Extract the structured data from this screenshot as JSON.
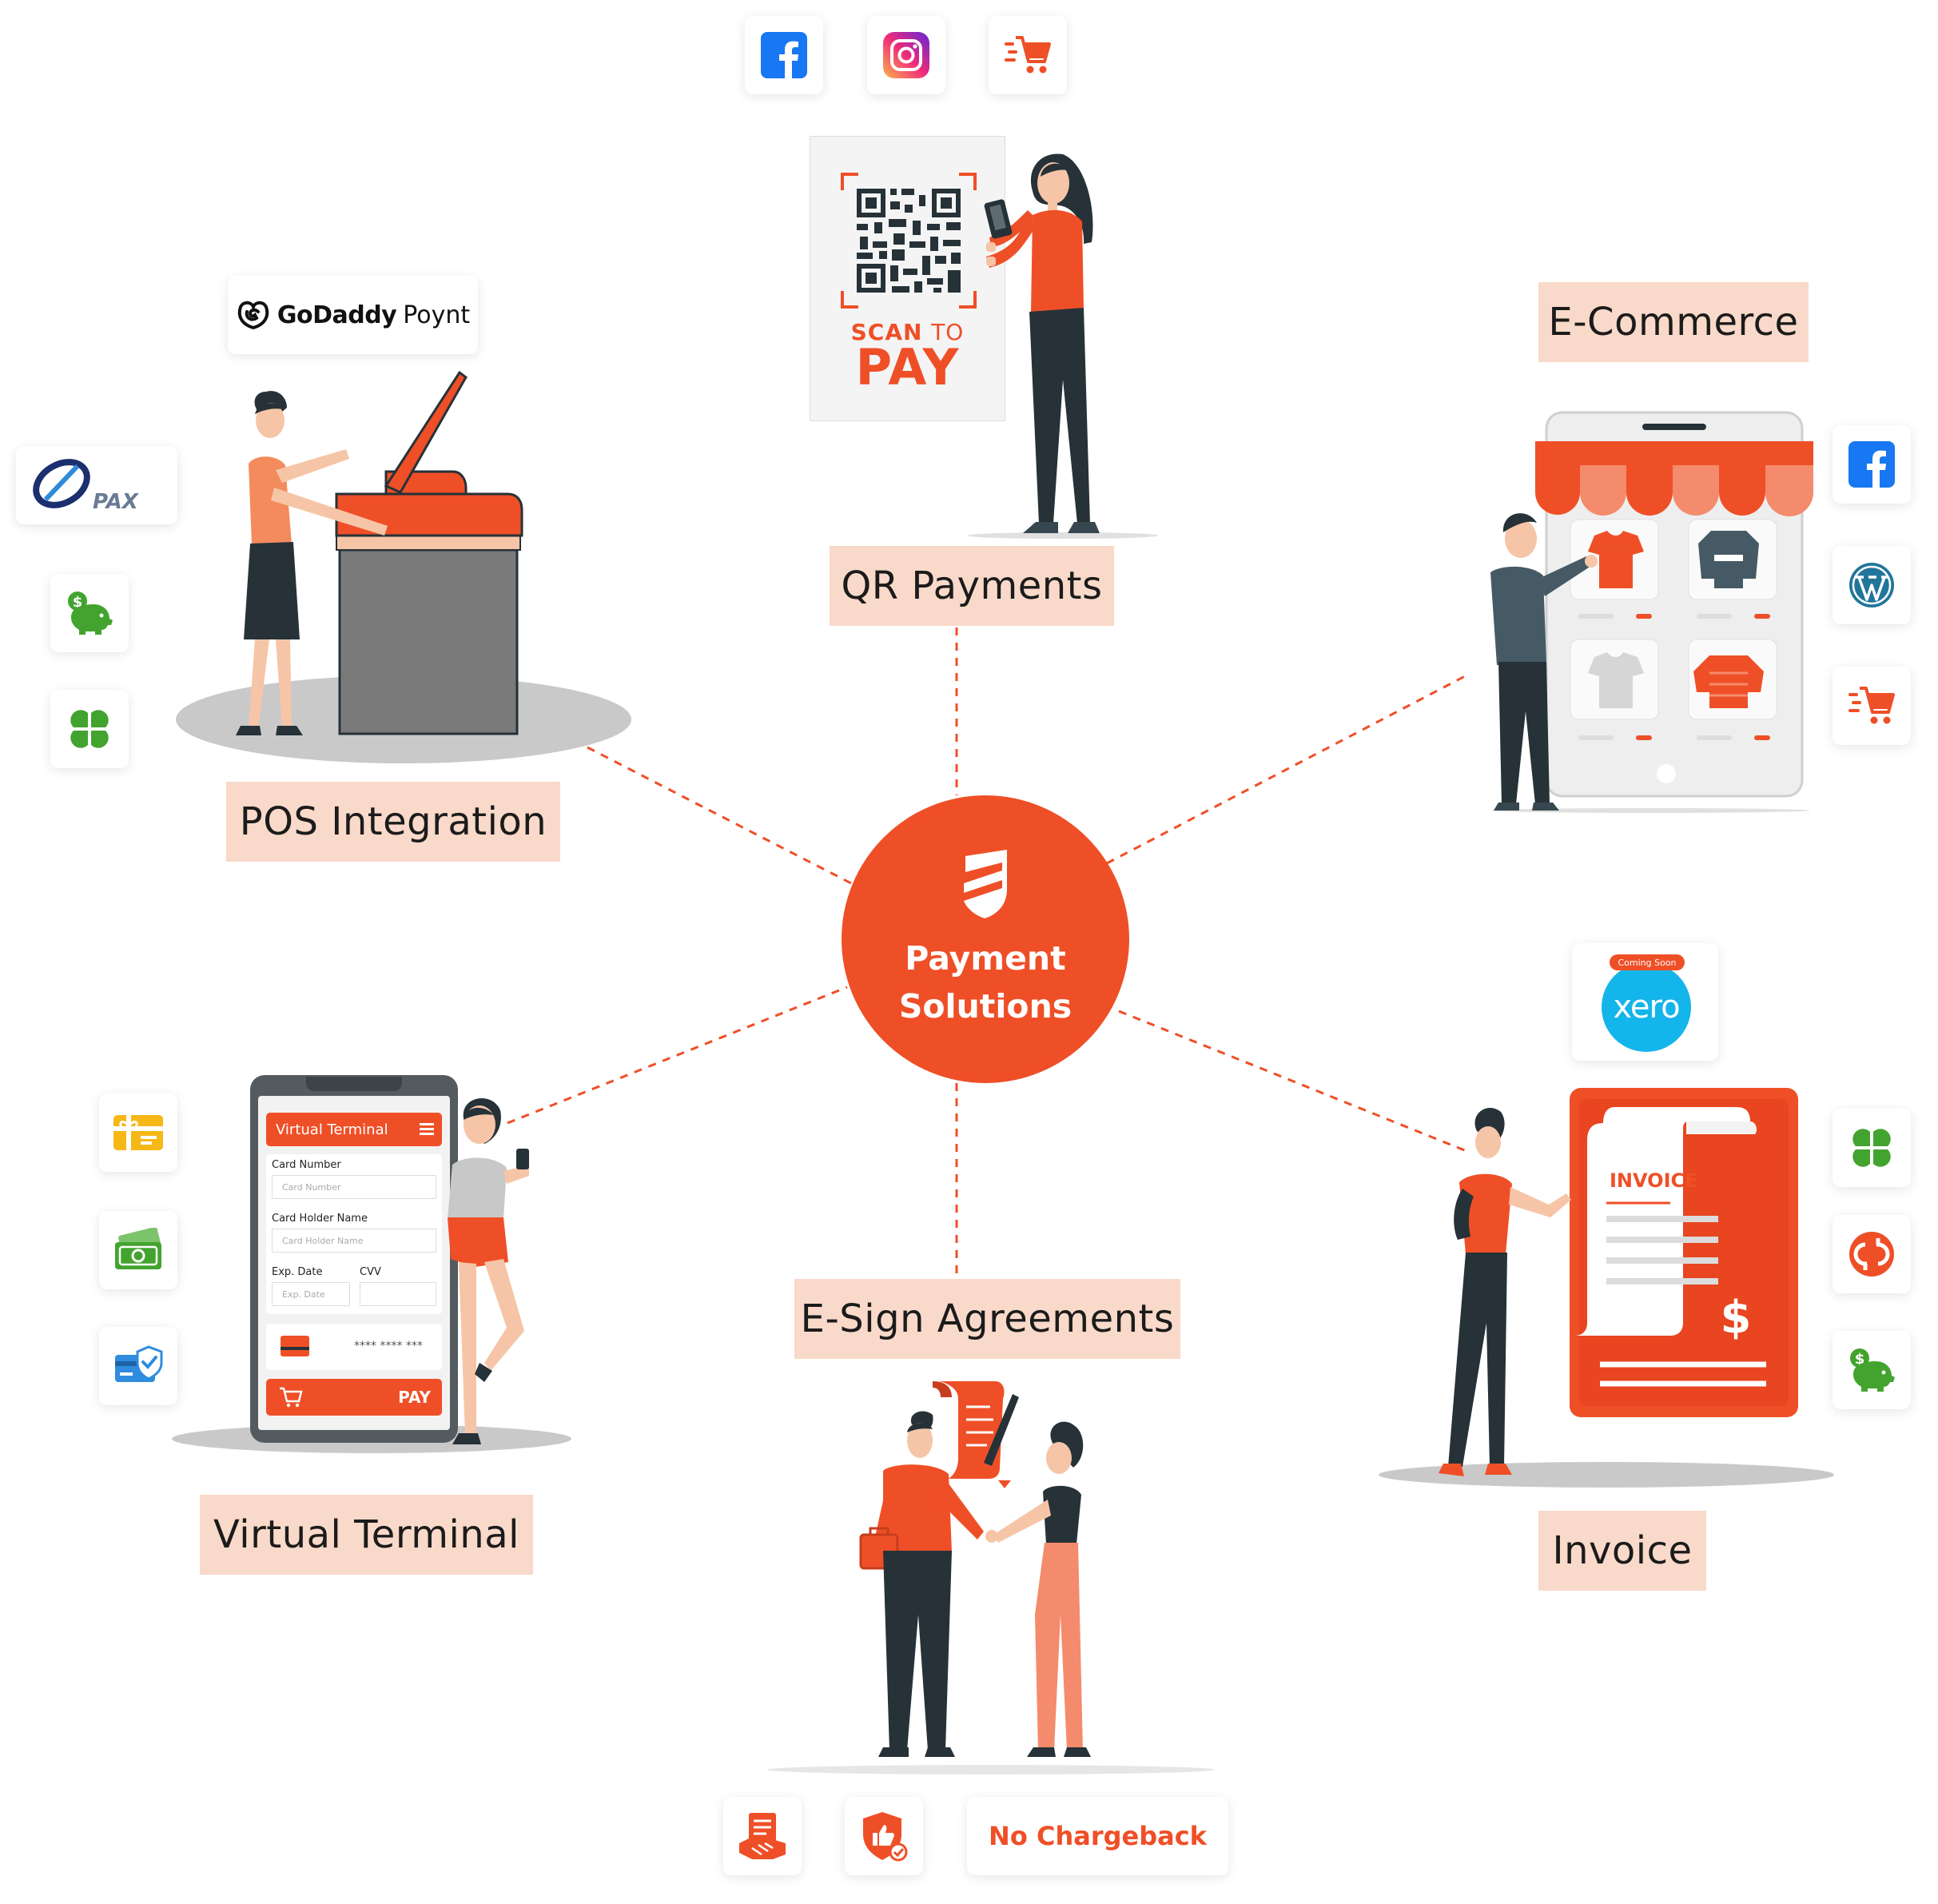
{
  "hub": {
    "line1": "Payment",
    "line2": "Solutions",
    "color": "#ef4f27"
  },
  "nodes": {
    "qr_payments": "QR Payments",
    "ecommerce": "E-Commerce",
    "pos_integration": "POS Integration",
    "virtual_terminal": "Virtual Terminal",
    "esign": "E-Sign Agreements",
    "invoice": "Invoice"
  },
  "qr_sign": {
    "scan": "SCAN",
    "to": "TO",
    "pay": "PAY"
  },
  "pos_logos": {
    "godaddy": "GoDaddy",
    "poynt": "Poynt",
    "pax": "PAX"
  },
  "xero": {
    "badge": "Coming Soon",
    "name": "xero"
  },
  "invoice_doc": {
    "title": "INVOICE",
    "currency": "$"
  },
  "virtual_terminal_form": {
    "header": "Virtual Terminal",
    "card_number_label": "Card Number",
    "card_number_placeholder": "Card Number",
    "holder_label": "Card Holder Name",
    "holder_placeholder": "Card Holder Name",
    "exp_label": "Exp. Date",
    "exp_placeholder": "Exp. Date",
    "cvv_label": "CVV",
    "card_mask": "**** **** ***",
    "pay_label": "PAY"
  },
  "bottom": {
    "no_chargeback": "No Chargeback"
  },
  "icons": {
    "top": [
      "facebook-icon",
      "instagram-icon",
      "shopping-cart-icon"
    ],
    "ecommerce": [
      "facebook-icon",
      "wordpress-icon",
      "shopping-cart-icon"
    ],
    "pos": [
      "pax-logo",
      "piggy-bank-icon",
      "clover-icon"
    ],
    "virtual_terminal": [
      "gift-card-icon",
      "cash-icon",
      "secure-card-icon"
    ],
    "invoice": [
      "clover-icon",
      "quickbooks-icon",
      "piggy-bank-icon"
    ],
    "esign": [
      "handshake-document-icon",
      "shield-thumbs-up-icon"
    ]
  },
  "colors": {
    "accent": "#ef4f27",
    "label_bg": "#f9d9c9",
    "dark": "#263238",
    "facebook": "#1877f2",
    "wordpress": "#21759b",
    "clover": "#43a32f",
    "gift": "#f6b816",
    "cash": "#43a32f",
    "secure_card": "#2f8cde",
    "xero": "#13b5ea"
  }
}
